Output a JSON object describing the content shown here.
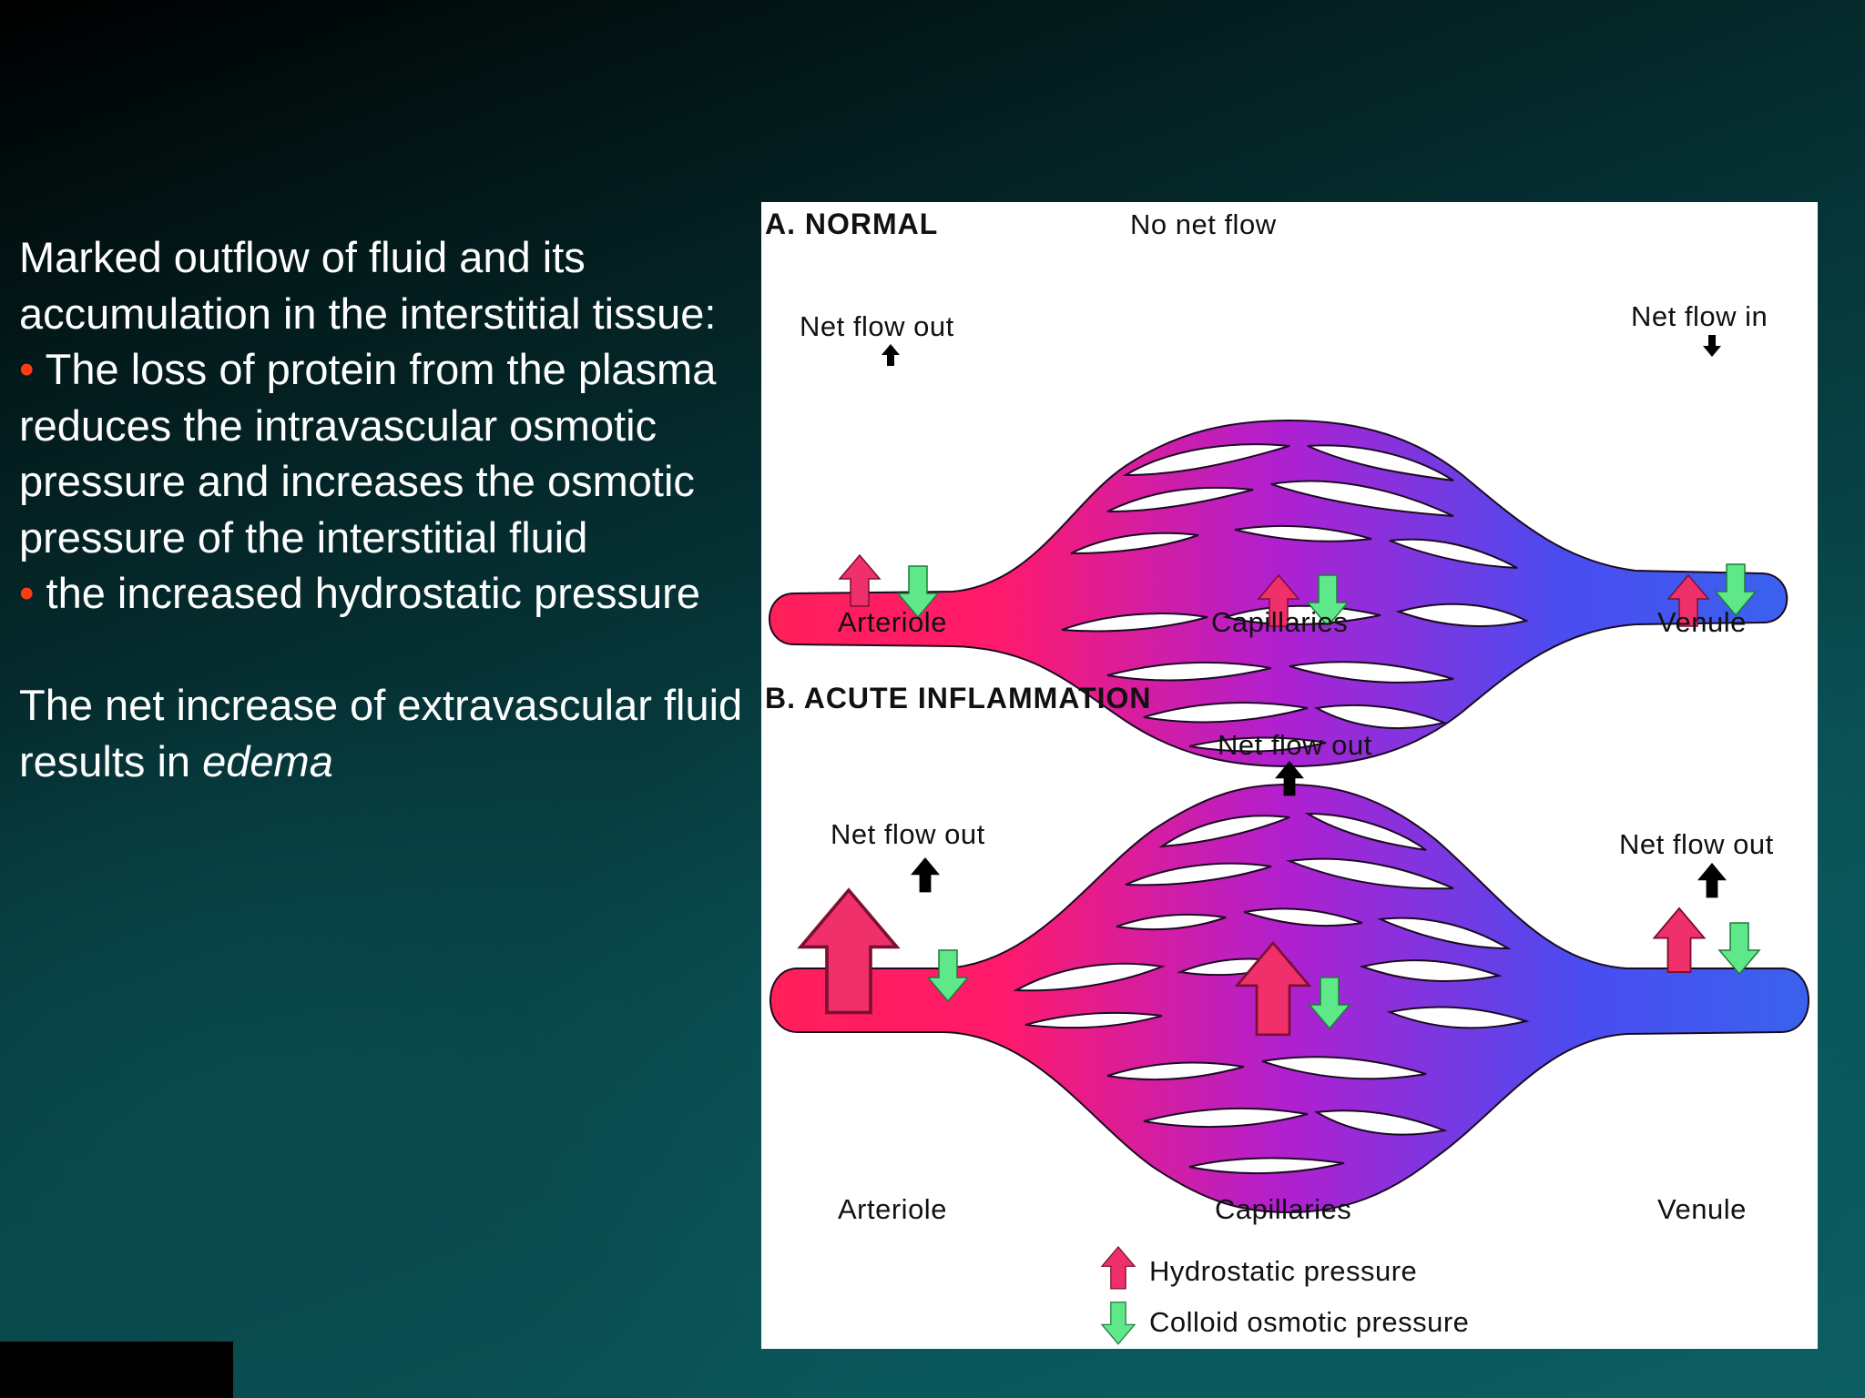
{
  "text": {
    "intro": "Marked outflow  of fluid and its accumulation in the interstitial tissue:",
    "bullet_symbol": "•",
    "bullet1": " The loss of protein from the plasma reduces the intravascular osmotic pressure and increases the osmotic pressure of the interstitial fluid",
    "bullet2": " the increased hydrostatic pressure",
    "conclusion_prefix": "The net increase of extravascular fluid results in ",
    "conclusion_emphasis": "edema"
  },
  "figure": {
    "panel_a": {
      "title": "A. NORMAL",
      "center_label": "No net flow",
      "left_label": "Net flow out",
      "right_label": "Net flow in",
      "arteriole": "Arteriole",
      "capillaries": "Capillaries",
      "venule": "Venule"
    },
    "panel_b": {
      "title": "B. ACUTE INFLAMMATION",
      "center_label": "Net flow out",
      "left_label": "Net flow out",
      "right_label": "Net flow out",
      "arteriole": "Arteriole",
      "capillaries": "Capillaries",
      "venule": "Venule"
    },
    "legend": {
      "hydrostatic": "Hydrostatic pressure",
      "colloid": "Colloid osmotic pressure"
    },
    "colors": {
      "arterial": "#ff1f5a",
      "mid": "#b020d0",
      "venous": "#3a5cf0",
      "hydrostatic_arrow": "#f0306a",
      "colloid_arrow": "#4fe07a"
    }
  }
}
